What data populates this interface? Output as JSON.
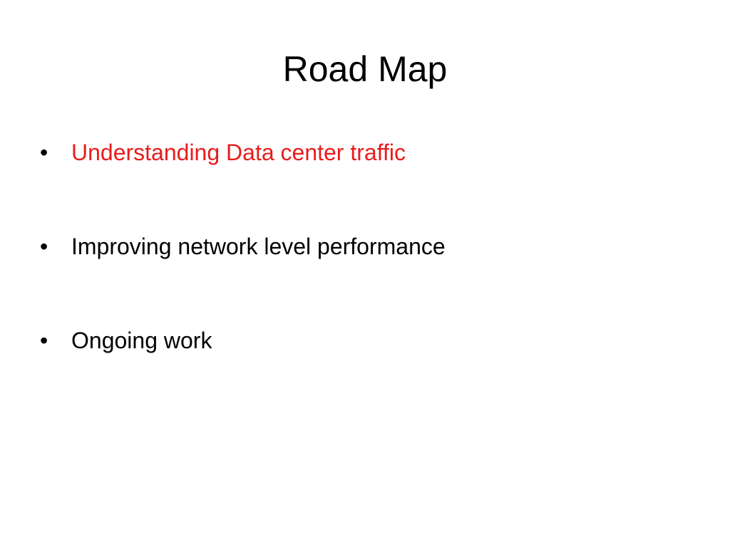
{
  "slide": {
    "title": "Road Map",
    "bullet_glyph": "•",
    "bullets": [
      {
        "text": "Understanding Data center traffic",
        "color": "#e81c1c"
      },
      {
        "text": "Improving network level performance",
        "color": "#000000"
      },
      {
        "text": "Ongoing work",
        "color": "#000000"
      }
    ]
  }
}
